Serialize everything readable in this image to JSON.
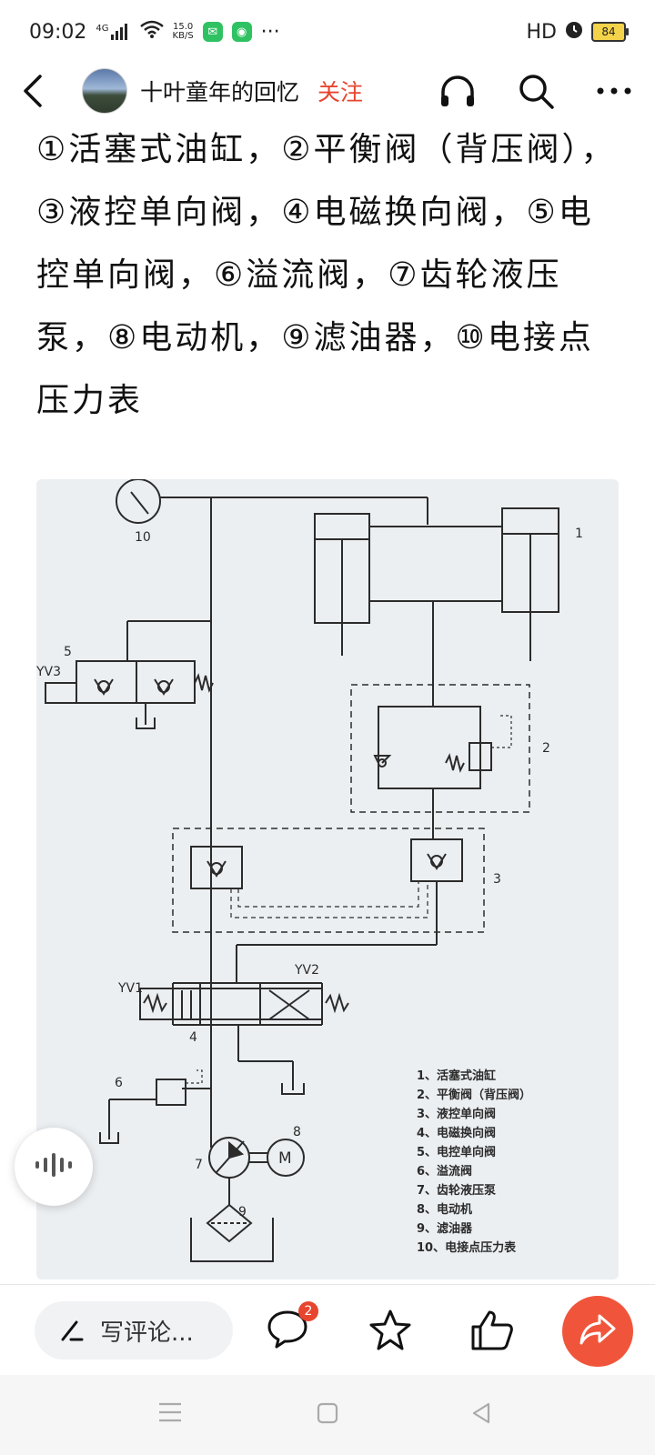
{
  "status_bar": {
    "time": "09:02",
    "network": "4G",
    "net_speed_value": "15.0",
    "net_speed_unit": "KB/S",
    "more": "···",
    "hd": "HD",
    "battery": "84"
  },
  "header": {
    "author_name": "十叶童年的回忆",
    "follow_label": "关注"
  },
  "article": {
    "text": "①活塞式油缸，②平衡阀（背压阀），③液控单向阀，④电磁换向阀，⑤电控单向阀，⑥溢流阀，⑦齿轮液压泵，⑧电动机，⑨滤油器，⑩电接点压力表"
  },
  "diagram": {
    "labels": {
      "n1": "1",
      "n2": "2",
      "n3": "3",
      "n4": "4",
      "n5": "5",
      "n6": "6",
      "n7": "7",
      "n8": "8",
      "n9": "9",
      "n10": "10",
      "yv1": "YV1",
      "yv2": "YV2",
      "yv3": "YV3",
      "motor": "M"
    },
    "legend": [
      "1、活塞式油缸",
      "2、平衡阀（背压阀）",
      "3、液控单向阀",
      "4、电磁换向阀",
      "5、电控单向阀",
      "6、溢流阀",
      "7、齿轮液压泵",
      "8、电动机",
      "9、滤油器",
      "10、电接点压力表"
    ]
  },
  "action_bar": {
    "comment_placeholder": "写评论...",
    "comment_count": "2"
  }
}
